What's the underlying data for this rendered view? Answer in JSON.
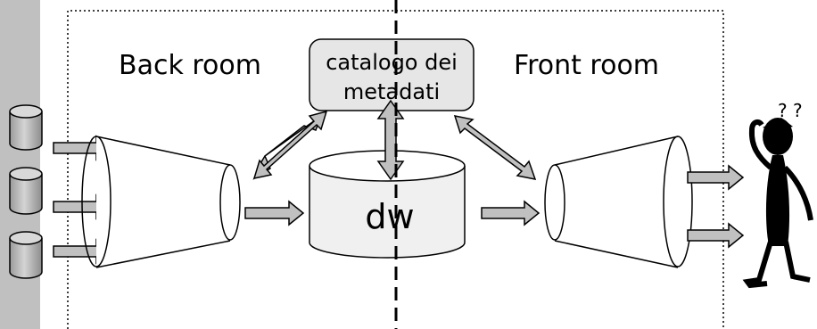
{
  "labels": {
    "back_room": "Back room",
    "front_room": "Front room",
    "catalog_line1": "catalogo dei",
    "catalog_line2": "metadati",
    "warehouse": "dw",
    "question_marks": "? ?"
  },
  "colors": {
    "side_bar": "#c0c0c0",
    "shape_fill": "#e6e6e6",
    "arrow_fill": "#c0c0c0",
    "cylinder_fill": "#b0b0b0",
    "stroke": "#000000"
  },
  "icons": [
    "database-icon",
    "funnel-icon",
    "arrow-icon",
    "thinking-person-icon"
  ]
}
